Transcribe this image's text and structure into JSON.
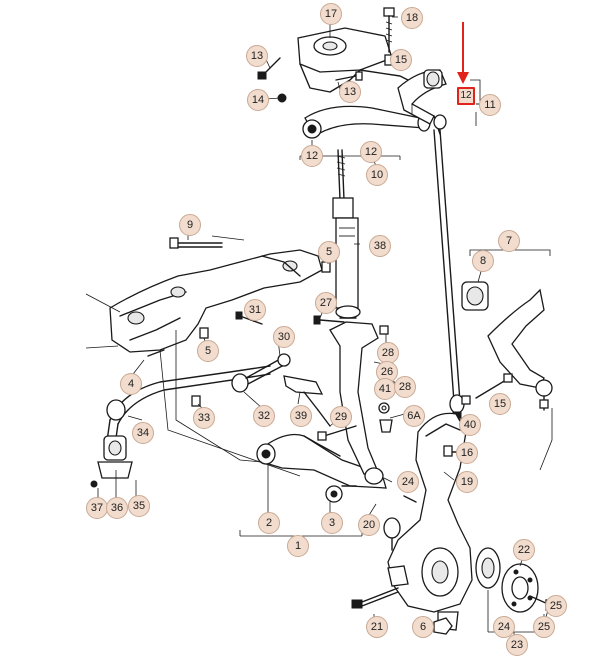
{
  "diagram": {
    "highlight_color": "#e0231b",
    "callout_color": "#f2dccd",
    "highlighted_part": "12",
    "callouts": [
      "1",
      "2",
      "3",
      "4",
      "5",
      "5",
      "6",
      "6A",
      "7",
      "8",
      "9",
      "10",
      "11",
      "12",
      "12",
      "12",
      "13",
      "13",
      "14",
      "15",
      "16",
      "17",
      "18",
      "19",
      "20",
      "21",
      "22",
      "23",
      "24",
      "24",
      "25",
      "26",
      "27",
      "28",
      "28",
      "29",
      "30",
      "31",
      "32",
      "33",
      "34",
      "35",
      "36",
      "37",
      "38",
      "39",
      "40",
      "41"
    ]
  }
}
